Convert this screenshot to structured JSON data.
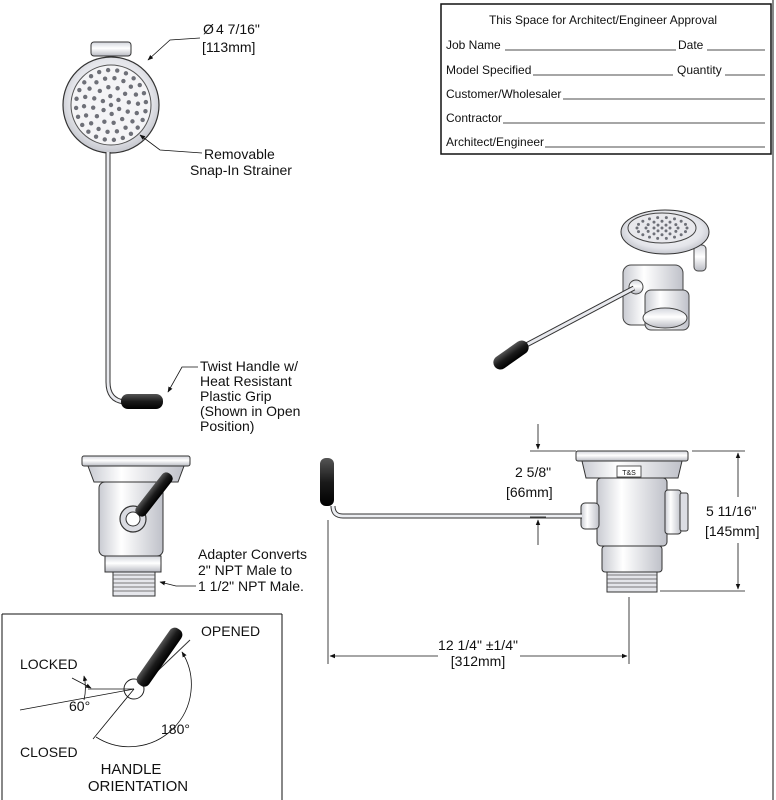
{
  "approval": {
    "heading": "This Space for Architect/Engineer Approval",
    "rows": [
      {
        "label": "Job Name",
        "second_label": "Date"
      },
      {
        "label": "Model Specified",
        "second_label": "Quantity"
      },
      {
        "label": "Customer/Wholesaler",
        "second_label": ""
      },
      {
        "label": "Contractor",
        "second_label": ""
      },
      {
        "label": "Architect/Engineer",
        "second_label": ""
      }
    ]
  },
  "callouts": {
    "diameter_symbol": "Ø",
    "diameter_in": "4 7/16\"",
    "diameter_mm": "[113mm]",
    "strainer": [
      "Removable",
      "Snap-In Strainer"
    ],
    "handle": [
      "Twist Handle w/",
      "Heat Resistant",
      "Plastic Grip",
      "(Shown in Open",
      "Position)"
    ],
    "adapter": [
      "Adapter Converts",
      "2\" NPT Male to",
      "1 1/2\" NPT Male."
    ]
  },
  "dimensions": {
    "drop_in": "2 5/8\"",
    "drop_mm": "[66mm]",
    "height_in": "5 11/16\"",
    "height_mm": "[145mm]",
    "length_in": "12 1/4\" ±1/4\"",
    "length_mm": "[312mm]"
  },
  "brand_tag": "T&S",
  "orientation": {
    "opened": "OPENED",
    "locked": "LOCKED",
    "closed": "CLOSED",
    "angle_small": "60°",
    "angle_large": "180°",
    "title": [
      "HANDLE",
      "ORIENTATION"
    ]
  }
}
